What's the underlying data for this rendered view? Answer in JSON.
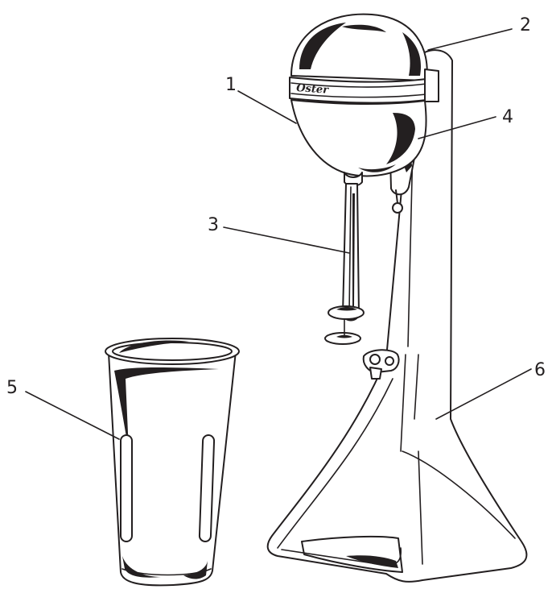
{
  "brand_label": "Oster",
  "callouts": [
    {
      "id": "1",
      "label": "1"
    },
    {
      "id": "2",
      "label": "2"
    },
    {
      "id": "3",
      "label": "3"
    },
    {
      "id": "4",
      "label": "4"
    },
    {
      "id": "5",
      "label": "5"
    },
    {
      "id": "6",
      "label": "6"
    }
  ],
  "colors": {
    "ink": "#231f20",
    "background": "#ffffff"
  }
}
